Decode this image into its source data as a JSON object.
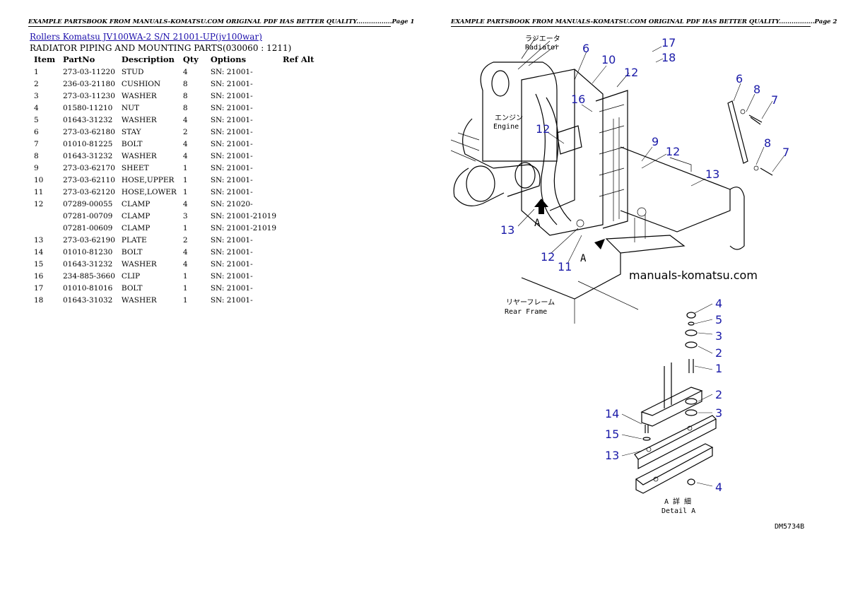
{
  "headers": {
    "page1": "EXAMPLE PARTSBOOK FROM MANUALS-KOMATSU.COM ORIGINAL PDF HAS BETTER QUALITY.................Page 1",
    "page2": "EXAMPLE PARTSBOOK FROM MANUALS-KOMATSU.COM ORIGINAL PDF HAS BETTER QUALITY.................Page 2"
  },
  "doc_link": "Rollers Komatsu JV100WA-2 S/N 21001-UP(jv100war)",
  "section_title": "RADIATOR PIPING AND MOUNTING PARTS(030060 : 1211)",
  "columns": [
    "Item",
    "PartNo",
    "Description",
    "Qty",
    "Options",
    "Ref Alt"
  ],
  "rows": [
    {
      "item": "1",
      "part": "273-03-11220",
      "desc": "STUD",
      "qty": "4",
      "opt": "SN: 21001-",
      "ref": ""
    },
    {
      "item": "2",
      "part": "236-03-21180",
      "desc": "CUSHION",
      "qty": "8",
      "opt": "SN: 21001-",
      "ref": ""
    },
    {
      "item": "3",
      "part": "273-03-11230",
      "desc": "WASHER",
      "qty": "8",
      "opt": "SN: 21001-",
      "ref": ""
    },
    {
      "item": "4",
      "part": "01580-11210",
      "desc": "NUT",
      "qty": "8",
      "opt": "SN: 21001-",
      "ref": ""
    },
    {
      "item": "5",
      "part": "01643-31232",
      "desc": "WASHER",
      "qty": "4",
      "opt": "SN: 21001-",
      "ref": ""
    },
    {
      "item": "6",
      "part": "273-03-62180",
      "desc": "STAY",
      "qty": "2",
      "opt": "SN: 21001-",
      "ref": ""
    },
    {
      "item": "7",
      "part": "01010-81225",
      "desc": "BOLT",
      "qty": "4",
      "opt": "SN: 21001-",
      "ref": ""
    },
    {
      "item": "8",
      "part": "01643-31232",
      "desc": "WASHER",
      "qty": "4",
      "opt": "SN: 21001-",
      "ref": ""
    },
    {
      "item": "9",
      "part": "273-03-62170",
      "desc": "SHEET",
      "qty": "1",
      "opt": "SN: 21001-",
      "ref": ""
    },
    {
      "item": "10",
      "part": "273-03-62110",
      "desc": "HOSE,UPPER",
      "qty": "1",
      "opt": "SN: 21001-",
      "ref": ""
    },
    {
      "item": "11",
      "part": "273-03-62120",
      "desc": "HOSE,LOWER",
      "qty": "1",
      "opt": "SN: 21001-",
      "ref": ""
    },
    {
      "item": "12",
      "part": "07289-00055",
      "desc": "CLAMP",
      "qty": "4",
      "opt": "SN: 21020-",
      "ref": ""
    },
    {
      "item": "",
      "part": "07281-00709",
      "desc": "CLAMP",
      "qty": "3",
      "opt": "SN: 21001-21019",
      "ref": ""
    },
    {
      "item": "",
      "part": "07281-00609",
      "desc": "CLAMP",
      "qty": "1",
      "opt": "SN: 21001-21019",
      "ref": ""
    },
    {
      "item": "13",
      "part": "273-03-62190",
      "desc": "PLATE",
      "qty": "2",
      "opt": "SN: 21001-",
      "ref": ""
    },
    {
      "item": "14",
      "part": "01010-81230",
      "desc": "BOLT",
      "qty": "4",
      "opt": "SN: 21001-",
      "ref": ""
    },
    {
      "item": "15",
      "part": "01643-31232",
      "desc": "WASHER",
      "qty": "4",
      "opt": "SN: 21001-",
      "ref": ""
    },
    {
      "item": "16",
      "part": "234-885-3660",
      "desc": "CLIP",
      "qty": "1",
      "opt": "SN: 21001-",
      "ref": ""
    },
    {
      "item": "17",
      "part": "01010-81016",
      "desc": "BOLT",
      "qty": "1",
      "opt": "SN: 21001-",
      "ref": ""
    },
    {
      "item": "18",
      "part": "01643-31032",
      "desc": "WASHER",
      "qty": "1",
      "opt": "SN: 21001-",
      "ref": ""
    }
  ],
  "diagram": {
    "label_radiator_jp": "ラジエータ",
    "label_radiator": "Radiator",
    "label_engine_jp": "エンジン",
    "label_engine": "Engine",
    "label_rear_frame_jp": "リヤーフレーム",
    "label_rear_frame": "Rear Frame",
    "label_detail_jp": "A 詳 細",
    "label_detail": "Detail A",
    "view_marker": "A",
    "watermark": "manuals-komatsu.com",
    "code": "DM5734B",
    "callouts": {
      "c17": "17",
      "c18": "18",
      "c6a": "6",
      "c10": "10",
      "c12a": "12",
      "c6b": "6",
      "c8a": "8",
      "c7a": "7",
      "c16": "16",
      "c12b": "12",
      "c9": "9",
      "c12c": "12",
      "c8b": "8",
      "c7b": "7",
      "c13a": "13",
      "c13b": "13",
      "c12d": "12",
      "c11": "11",
      "d4a": "4",
      "d5": "5",
      "d3a": "3",
      "d2a": "2",
      "d1": "1",
      "d2b": "2",
      "d3b": "3",
      "d14": "14",
      "d15": "15",
      "d13": "13",
      "d4b": "4"
    }
  }
}
